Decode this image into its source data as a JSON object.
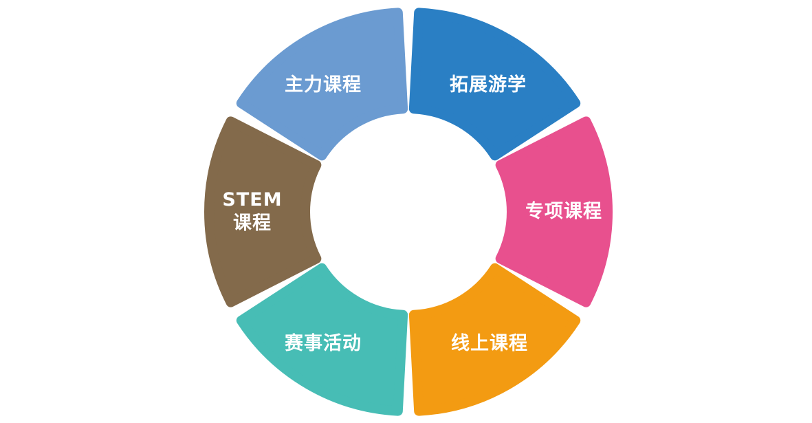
{
  "diagram": {
    "type": "ring",
    "segments": [
      {
        "id": "main-courses",
        "label": "主力课程",
        "lines": [
          "主力课程"
        ],
        "color": "#6b9bd1"
      },
      {
        "id": "study-tour",
        "label": "拓展游学",
        "lines": [
          "拓展游学"
        ],
        "color": "#2a7fc4"
      },
      {
        "id": "special-courses",
        "label": "专项课程",
        "lines": [
          "专项课程"
        ],
        "color": "#e8508e"
      },
      {
        "id": "online-courses",
        "label": "线上课程",
        "lines": [
          "线上课程"
        ],
        "color": "#f39b12"
      },
      {
        "id": "competitions",
        "label": "赛事活动",
        "lines": [
          "赛事活动"
        ],
        "color": "#47bdb5"
      },
      {
        "id": "stem-courses",
        "label": "STEM课程",
        "lines": [
          "STEM",
          "课程"
        ],
        "color": "#836a4b"
      }
    ]
  }
}
